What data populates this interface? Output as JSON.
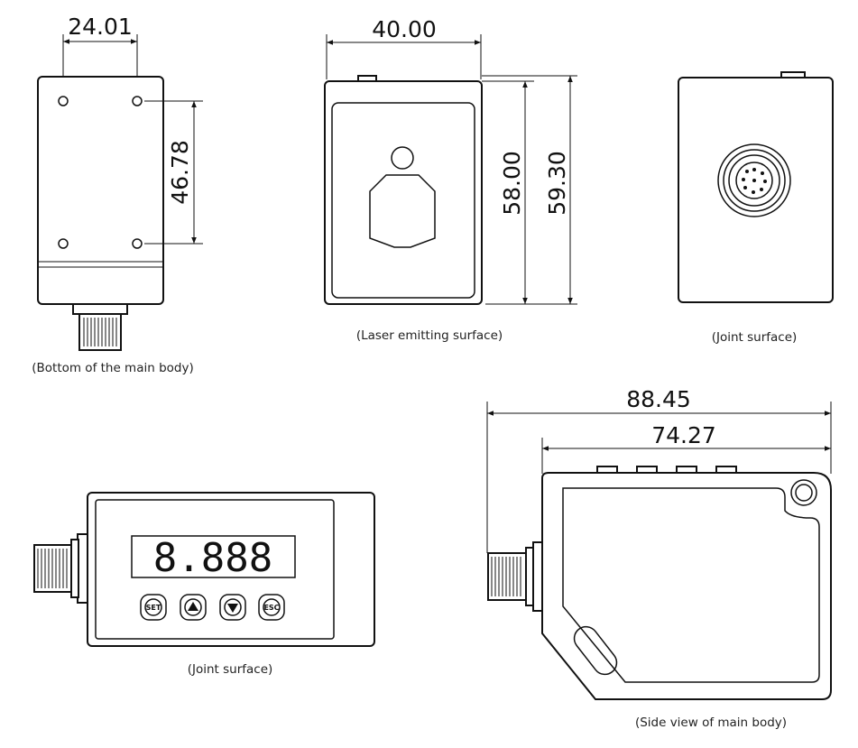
{
  "views": {
    "bottom": {
      "dim_width": "24.01",
      "dim_height": "46.78",
      "caption": "(Bottom of the main body)"
    },
    "laser": {
      "dim_width": "40.00",
      "dim_height_inner": "58.00",
      "dim_height_outer": "59.30",
      "caption": "(Laser emitting surface)"
    },
    "joint_top": {
      "caption": "(Joint surface)"
    },
    "joint_front": {
      "display": "8.888",
      "buttons": [
        "SET",
        "▲",
        "▼",
        "ESC"
      ],
      "caption": "(Joint surface)"
    },
    "side": {
      "dim_overall": "88.45",
      "dim_body": "74.27",
      "caption": "(Side view of main body)"
    }
  }
}
